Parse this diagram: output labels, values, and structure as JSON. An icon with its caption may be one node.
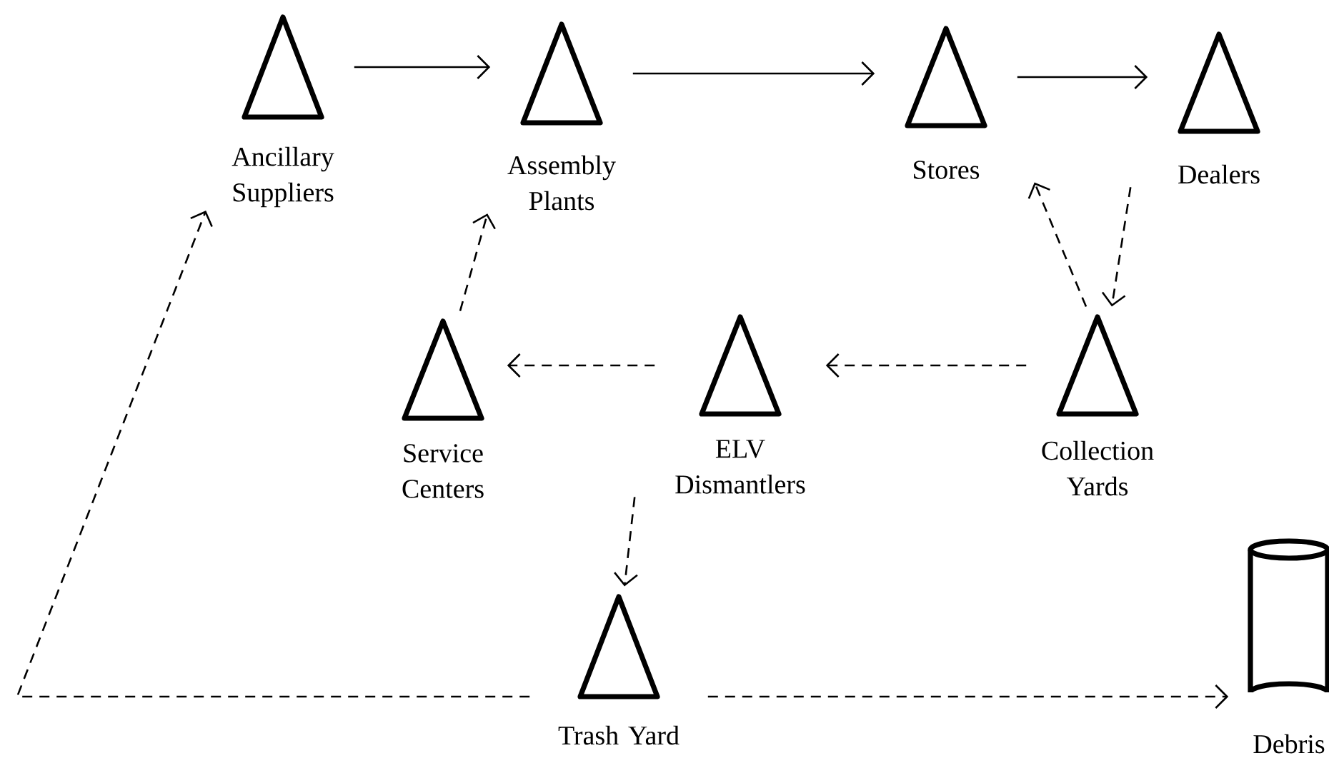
{
  "diagram": {
    "nodes": [
      {
        "text": [
          "Ancillary Suppliers"
        ]
      },
      {
        "text": [
          "Assembly Plants"
        ]
      },
      {
        "text": [
          "Stores"
        ]
      },
      {
        "text": [
          "Dealers"
        ]
      },
      {
        "text": [
          "Service Centers"
        ]
      },
      {
        "text": [
          "ELV Dismantlers"
        ]
      },
      {
        "text": [
          "Collection Yards"
        ]
      },
      {
        "text": [
          "Trash Yard"
        ]
      },
      {
        "text": [
          "Debris"
        ]
      }
    ],
    "edges": [
      {
        "from": 0,
        "to": 1,
        "arrow": "to"
      },
      {
        "from": 1,
        "to": 2,
        "arrow": "to"
      },
      {
        "from": 2,
        "to": 3,
        "arrow": "to"
      },
      {
        "from": 3,
        "to": 6,
        "arrow": "to",
        "style": "dashed"
      },
      {
        "from": 6,
        "to": 2,
        "arrow": "to",
        "style": "dashed"
      },
      {
        "from": 6,
        "to": 5,
        "arrow": "to",
        "style": "dashed"
      },
      {
        "from": 5,
        "to": 4,
        "arrow": "to",
        "style": "dashed"
      },
      {
        "from": 4,
        "to": 1,
        "arrow": "to",
        "style": "dashed"
      },
      {
        "from": 5,
        "to": 7,
        "arrow": "to",
        "style": "dashed"
      },
      {
        "from": 7,
        "to": 8,
        "arrow": "to",
        "style": "dashed"
      },
      {
        "from": 7,
        "to": 0,
        "arrow": "to",
        "style": "dashed"
      }
    ]
  }
}
